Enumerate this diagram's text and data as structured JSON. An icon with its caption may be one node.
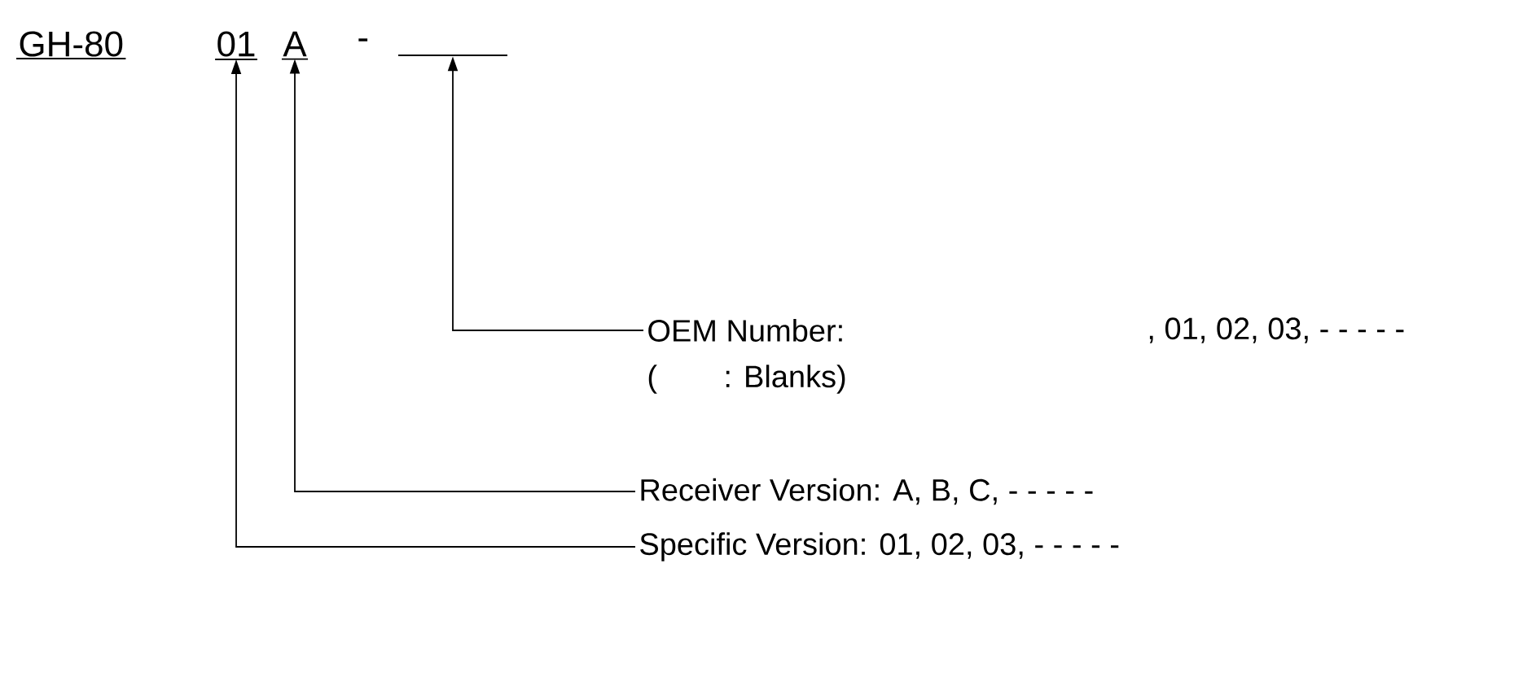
{
  "diagram": {
    "nodes": [
      {
        "text": [
          "01"
        ]
      },
      {
        "text": [
          "A"
        ]
      },
      {
        "text": [],
        "shape": "bar"
      },
      {
        "text": [
          "OEM Number:",
          ", 01, 02, 03, - - - - -",
          "(",
          ": Blanks)"
        ]
      },
      {
        "text": [
          "Receiver Version: A, B, C, - - - - -"
        ]
      },
      {
        "text": [
          "Specific Version: 01, 02, 03, - - - - -"
        ]
      }
    ],
    "edges": [
      {
        "from": 3,
        "to": 2,
        "arrow": "to"
      },
      {
        "from": 4,
        "to": 1,
        "arrow": "to"
      },
      {
        "from": 5,
        "to": 0,
        "arrow": "to"
      }
    ],
    "labels": [
      "GH-80",
      "-"
    ]
  }
}
